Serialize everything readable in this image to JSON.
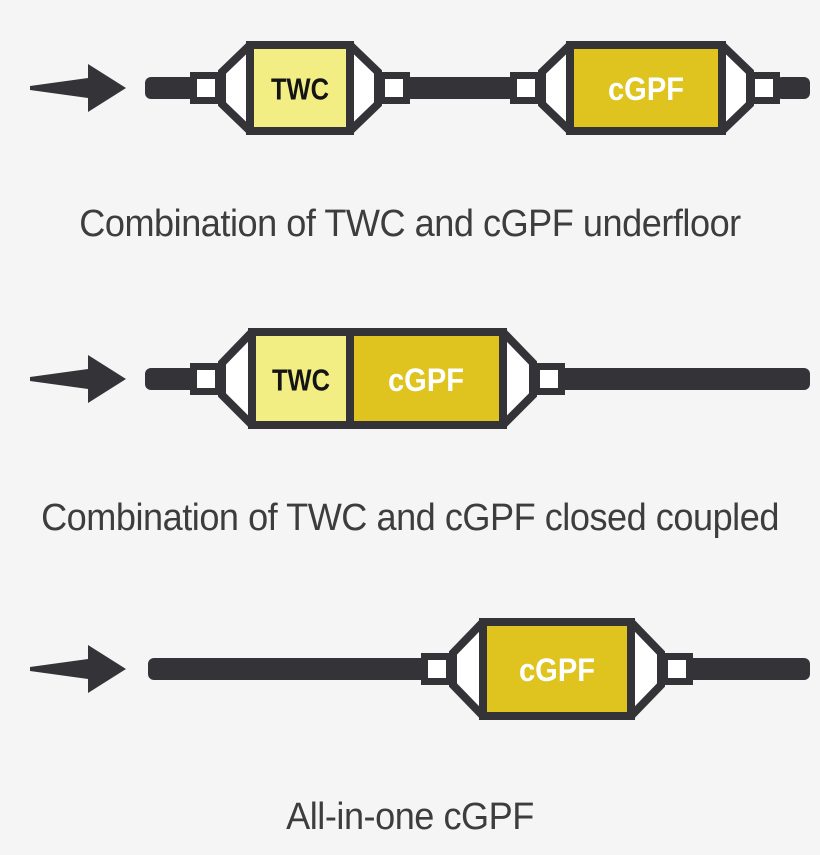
{
  "colors": {
    "background": "#f5f5f5",
    "outline_dark": "#343438",
    "twc_fill": "#f2ee84",
    "cgpf_fill": "#dfc31f",
    "caption_text": "#3d3d3d",
    "label_dark": "#141414",
    "label_light": "#ffffff"
  },
  "icons": {
    "flow_arrow": "right-pointing-flow-arrow"
  },
  "rows": [
    {
      "caption": "Combination of TWC and cGPF underfloor",
      "units": [
        {
          "label": "TWC"
        },
        {
          "label": "cGPF"
        }
      ]
    },
    {
      "caption": "Combination of TWC and cGPF closed coupled",
      "units": [
        {
          "label": "TWC"
        },
        {
          "label": "cGPF"
        }
      ]
    },
    {
      "caption": "All-in-one cGPF",
      "units": [
        {
          "label": "cGPF"
        }
      ]
    }
  ]
}
